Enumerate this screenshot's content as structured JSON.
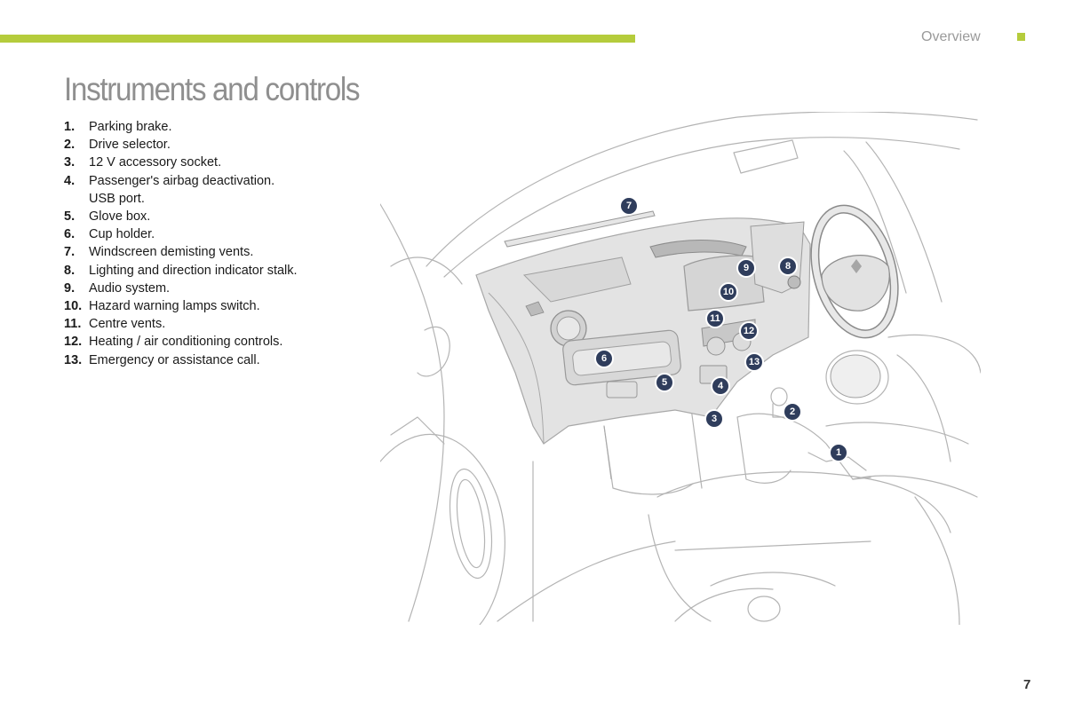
{
  "header": {
    "section": "Overview",
    "accent_color": "#b5cc3c"
  },
  "page": {
    "title": "Instruments and controls",
    "number": "7"
  },
  "legend": [
    {
      "num": "1.",
      "text": "Parking brake."
    },
    {
      "num": "2.",
      "text": "Drive selector."
    },
    {
      "num": "3.",
      "text": "12 V accessory socket."
    },
    {
      "num": "4.",
      "text": "Passenger's airbag deactivation.\nUSB port."
    },
    {
      "num": "5.",
      "text": "Glove box."
    },
    {
      "num": "6.",
      "text": "Cup holder."
    },
    {
      "num": "7.",
      "text": "Windscreen demisting vents."
    },
    {
      "num": "8.",
      "text": "Lighting and direction indicator stalk."
    },
    {
      "num": "9.",
      "text": "Audio system."
    },
    {
      "num": "10.",
      "text": "Hazard warning lamps switch."
    },
    {
      "num": "11.",
      "text": "Centre vents."
    },
    {
      "num": "12.",
      "text": "Heating / air conditioning controls."
    },
    {
      "num": "13.",
      "text": "Emergency or assistance call."
    }
  ],
  "callouts": [
    "1",
    "2",
    "3",
    "4",
    "5",
    "6",
    "7",
    "8",
    "9",
    "10",
    "11",
    "12",
    "13"
  ],
  "illustration": {
    "icon": "car-interior-dashboard-illustration",
    "callout_color": "#2f3d5c"
  }
}
